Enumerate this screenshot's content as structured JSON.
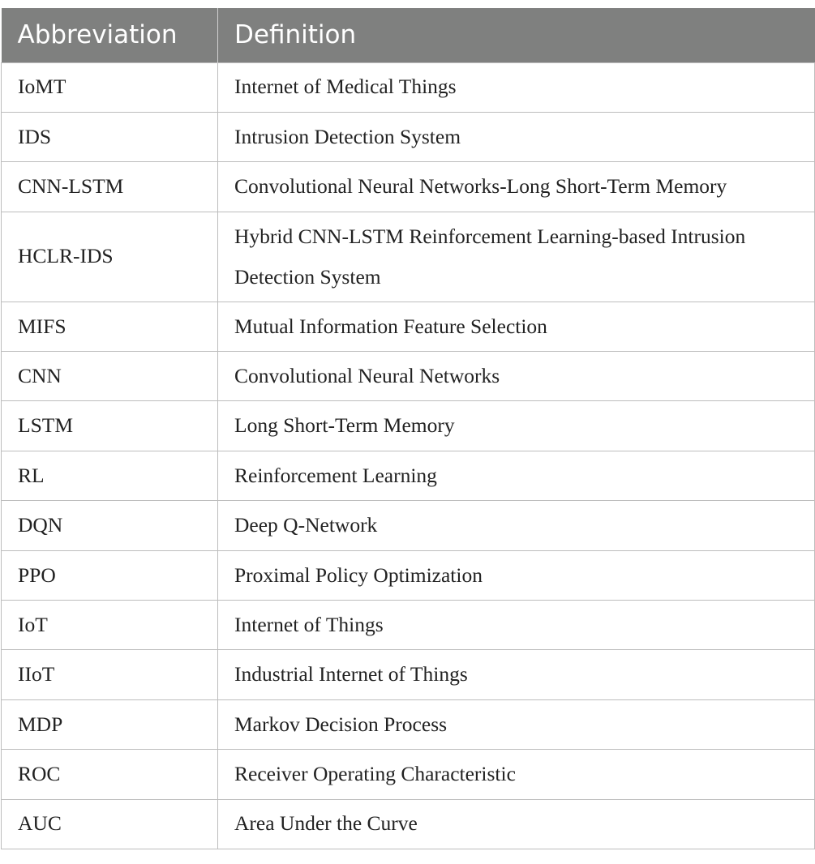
{
  "table": {
    "headers": {
      "abbreviation": "Abbreviation",
      "definition": "Definition"
    },
    "rows": [
      {
        "abbr": "IoMT",
        "def": "Internet of Medical Things"
      },
      {
        "abbr": "IDS",
        "def": "Intrusion Detection System"
      },
      {
        "abbr": "CNN-LSTM",
        "def": "Convolutional Neural Networks-Long Short-Term Memory"
      },
      {
        "abbr": "HCLR-IDS",
        "def": "Hybrid CNN-LSTM Reinforcement Learning-based Intrusion Detection System"
      },
      {
        "abbr": "MIFS",
        "def": "Mutual Information Feature Selection"
      },
      {
        "abbr": "CNN",
        "def": "Convolutional Neural Networks"
      },
      {
        "abbr": "LSTM",
        "def": "Long Short-Term Memory"
      },
      {
        "abbr": "RL",
        "def": "Reinforcement Learning"
      },
      {
        "abbr": "DQN",
        "def": "Deep Q-Network"
      },
      {
        "abbr": "PPO",
        "def": "Proximal Policy Optimization"
      },
      {
        "abbr": "IoT",
        "def": "Internet of Things"
      },
      {
        "abbr": "IIoT",
        "def": "Industrial Internet of Things"
      },
      {
        "abbr": "MDP",
        "def": "Markov Decision Process"
      },
      {
        "abbr": "ROC",
        "def": "Receiver Operating Characteristic"
      },
      {
        "abbr": "AUC",
        "def": "Area Under the Curve"
      }
    ]
  },
  "colors": {
    "header_bg": "#7f807f",
    "header_text": "#ffffff",
    "border": "#bdbdbd",
    "body_text": "#222222"
  }
}
